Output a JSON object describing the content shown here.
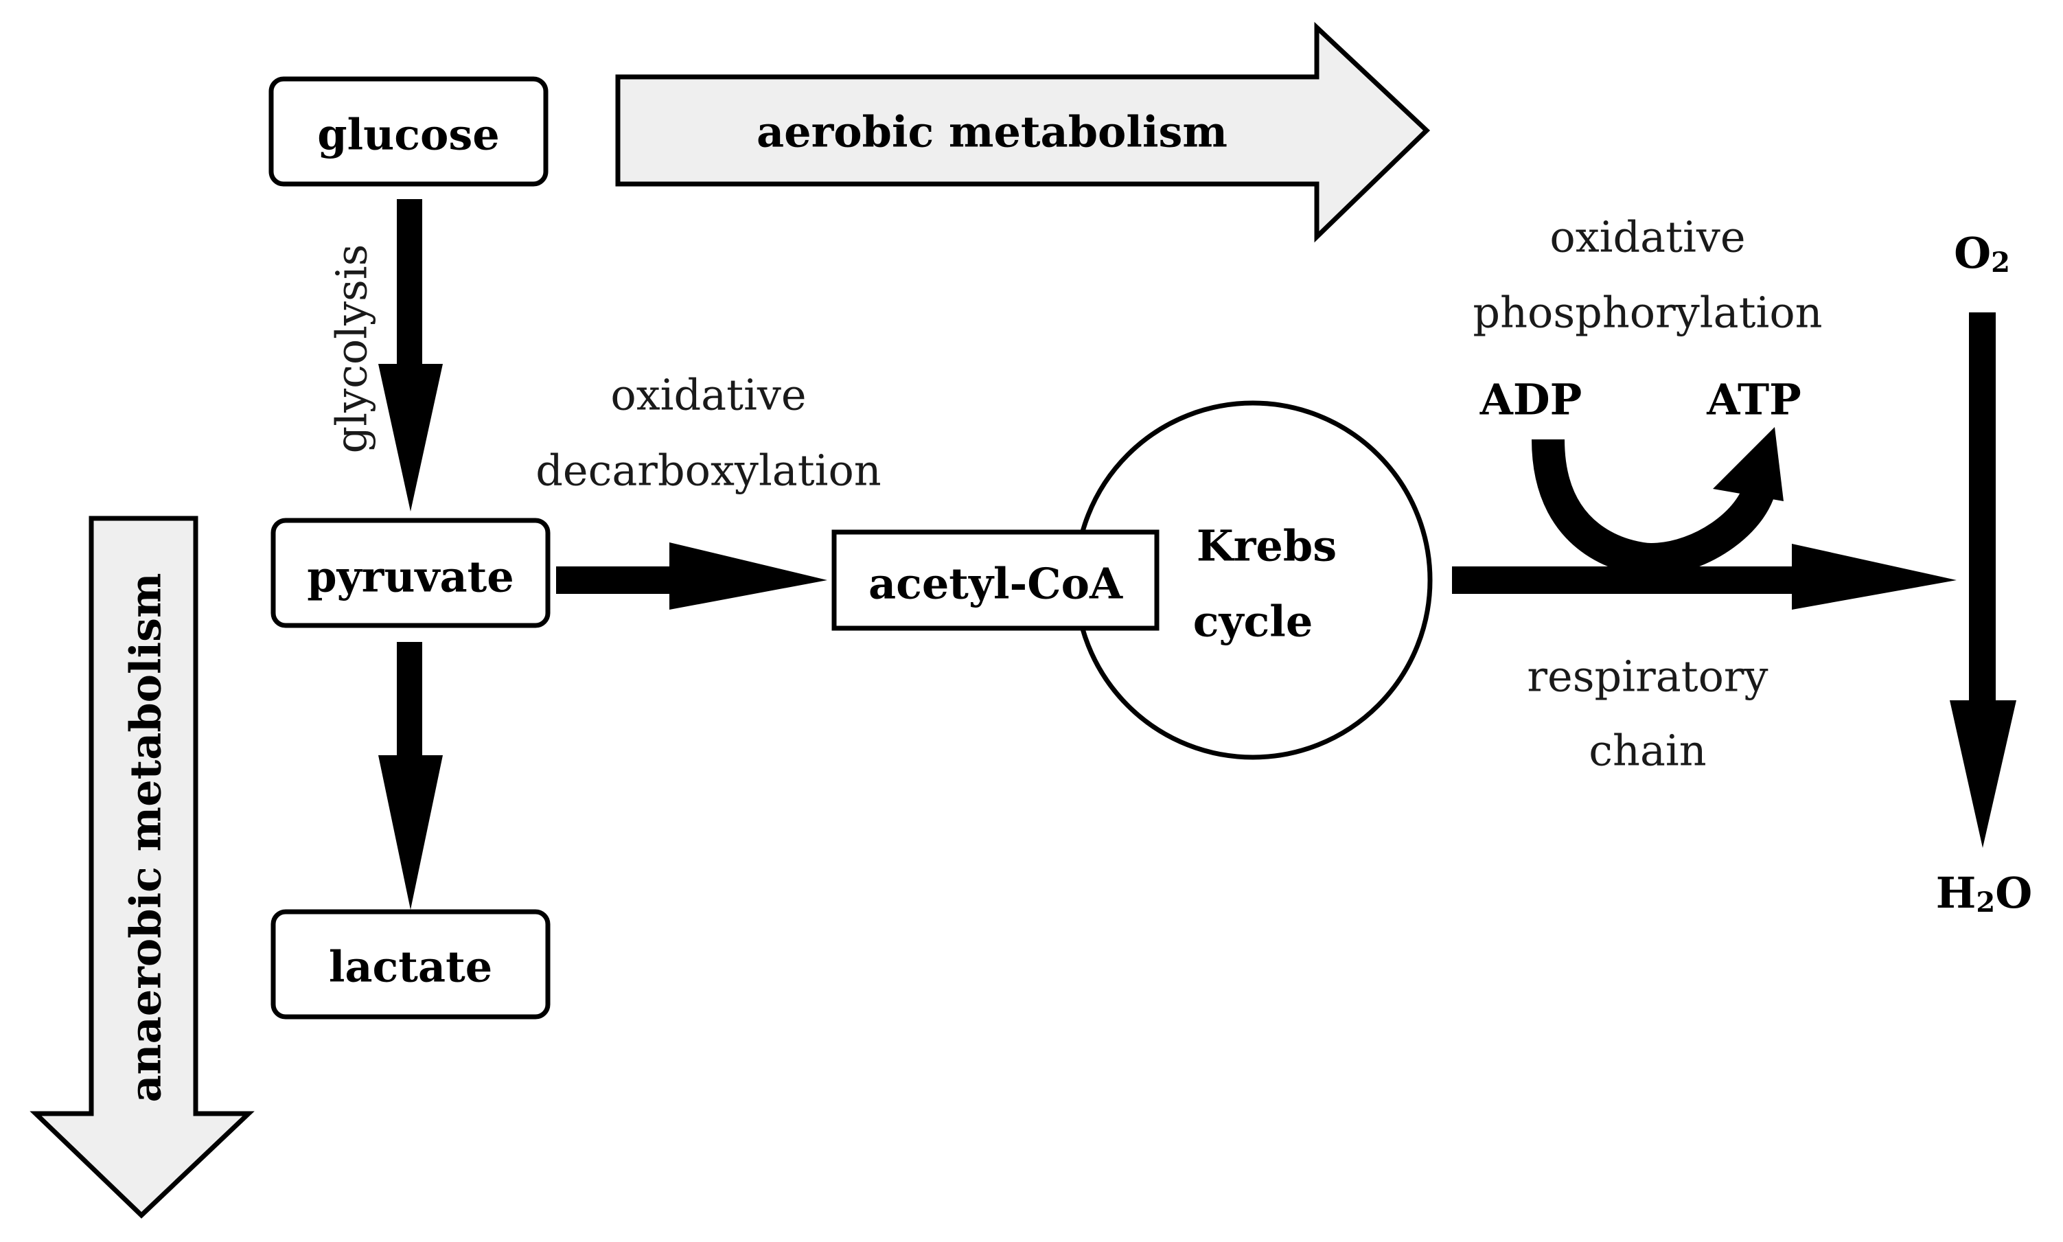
{
  "nodes": {
    "glucose": "glucose",
    "pyruvate": "pyruvate",
    "lactate": "lactate",
    "acetyl_coa": "acetyl-CoA",
    "krebs_line1": "Krebs",
    "krebs_line2": "cycle"
  },
  "labels": {
    "aerobic": "aerobic metabolism",
    "anaerobic": "anaerobic metabolism",
    "glycolysis": "glycolysis",
    "ox_decarb_line1": "oxidative",
    "ox_decarb_line2": "decarboxylation",
    "ox_phos_line1": "oxidative",
    "ox_phos_line2": "phosphorylation",
    "adp": "ADP",
    "atp": "ATP",
    "resp_line1": "respiratory",
    "resp_line2": "chain",
    "o2_main": "O",
    "o2_sub": "2",
    "h2o_h": "H",
    "h2o_sub": "2",
    "h2o_o": "O"
  },
  "colors": {
    "big_arrow_fill": "#efefef",
    "stroke": "#000000"
  }
}
